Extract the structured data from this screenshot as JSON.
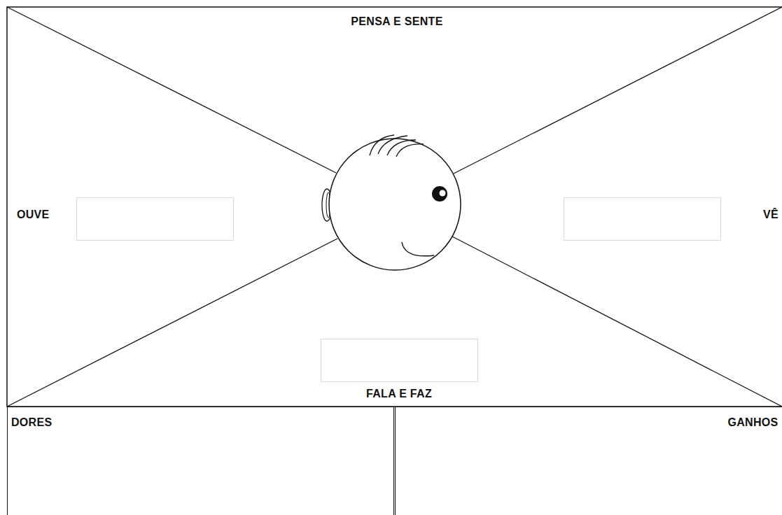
{
  "diagram": {
    "nodes": [
      {
        "text": [
          "DORES"
        ]
      },
      {
        "text": [
          "GANHOS"
        ]
      }
    ],
    "labels": [
      "PENSA E SENTE",
      "OUVE",
      "VÊ",
      "FALA E FAZ"
    ]
  }
}
